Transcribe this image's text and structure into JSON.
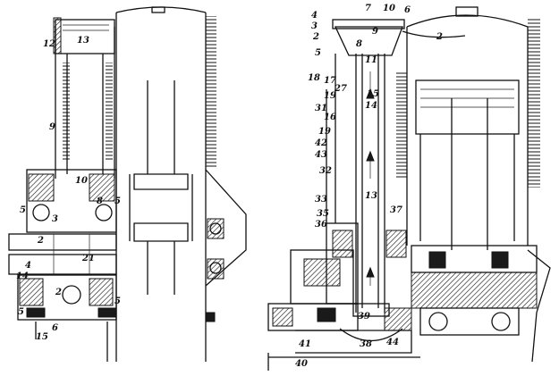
{
  "figure_left": {
    "labels": [
      "13",
      "12",
      "9",
      "10",
      "5",
      "5",
      "3",
      "2",
      "4",
      "14",
      "5",
      "6",
      "15",
      "21",
      "5",
      "8",
      "2"
    ]
  },
  "figure_right": {
    "labels": [
      "4",
      "7",
      "10",
      "6",
      "3",
      "2",
      "5",
      "8",
      "9",
      "2",
      "18",
      "11",
      "17",
      "27",
      "15",
      "19",
      "31",
      "14",
      "16",
      "19",
      "42",
      "43",
      "32",
      "13",
      "33",
      "37",
      "35",
      "36",
      "39",
      "38",
      "41",
      "44",
      "40"
    ]
  }
}
